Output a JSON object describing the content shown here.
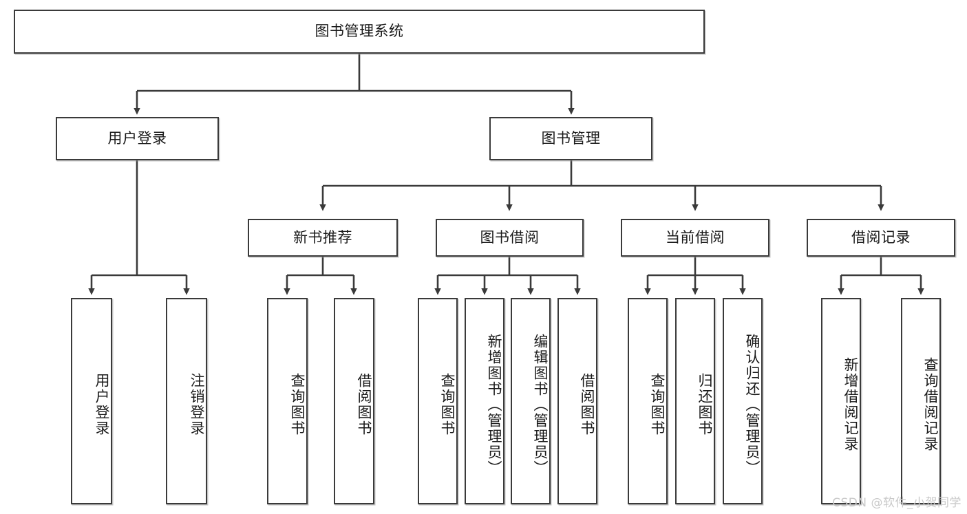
{
  "diagram": {
    "type": "tree-hierarchy-chart",
    "title": "图书管理系统",
    "orientation": "top-down",
    "watermark": "CSDN @软件_小贺同学",
    "colors": {
      "box_border": "#3a3a3a",
      "box_fill": "#ffffff",
      "connector": "#3a3a3a",
      "text": "#1a1a1a",
      "watermark": "#c9c9c9",
      "background": "#ffffff"
    },
    "levels": [
      {
        "level": 1,
        "nodes": [
          {
            "id": "root",
            "label": "图书管理系统"
          }
        ]
      },
      {
        "level": 2,
        "nodes": [
          {
            "id": "login",
            "label": "用户登录",
            "parent": "root"
          },
          {
            "id": "bookmgmt",
            "label": "图书管理",
            "parent": "root"
          }
        ]
      },
      {
        "level": 3,
        "nodes": [
          {
            "id": "newbook",
            "label": "新书推荐",
            "parent": "bookmgmt"
          },
          {
            "id": "borrow",
            "label": "图书借阅",
            "parent": "bookmgmt"
          },
          {
            "id": "current",
            "label": "当前借阅",
            "parent": "bookmgmt"
          },
          {
            "id": "records",
            "label": "借阅记录",
            "parent": "bookmgmt"
          }
        ]
      },
      {
        "level": 4,
        "nodes": [
          {
            "id": "leaf1",
            "label": "用户登录",
            "parent": "login"
          },
          {
            "id": "leaf2",
            "label": "注销登录",
            "parent": "login"
          },
          {
            "id": "leaf3",
            "label": "查询图书",
            "parent": "newbook"
          },
          {
            "id": "leaf4",
            "label": "借阅图书",
            "parent": "newbook"
          },
          {
            "id": "leaf5",
            "label": "查询图书",
            "parent": "borrow"
          },
          {
            "id": "leaf6",
            "label": "新增图书（管理员）",
            "parent": "borrow"
          },
          {
            "id": "leaf7",
            "label": "编辑图书（管理员）",
            "parent": "borrow"
          },
          {
            "id": "leaf8",
            "label": "借阅图书",
            "parent": "borrow"
          },
          {
            "id": "leaf9",
            "label": "查询图书",
            "parent": "current"
          },
          {
            "id": "leaf10",
            "label": "归还图书",
            "parent": "current"
          },
          {
            "id": "leaf11",
            "label": "确认归还（管理员）",
            "parent": "current"
          },
          {
            "id": "leaf12",
            "label": "新增借阅记录",
            "parent": "records"
          },
          {
            "id": "leaf13",
            "label": "查询借阅记录",
            "parent": "records"
          }
        ]
      }
    ]
  }
}
